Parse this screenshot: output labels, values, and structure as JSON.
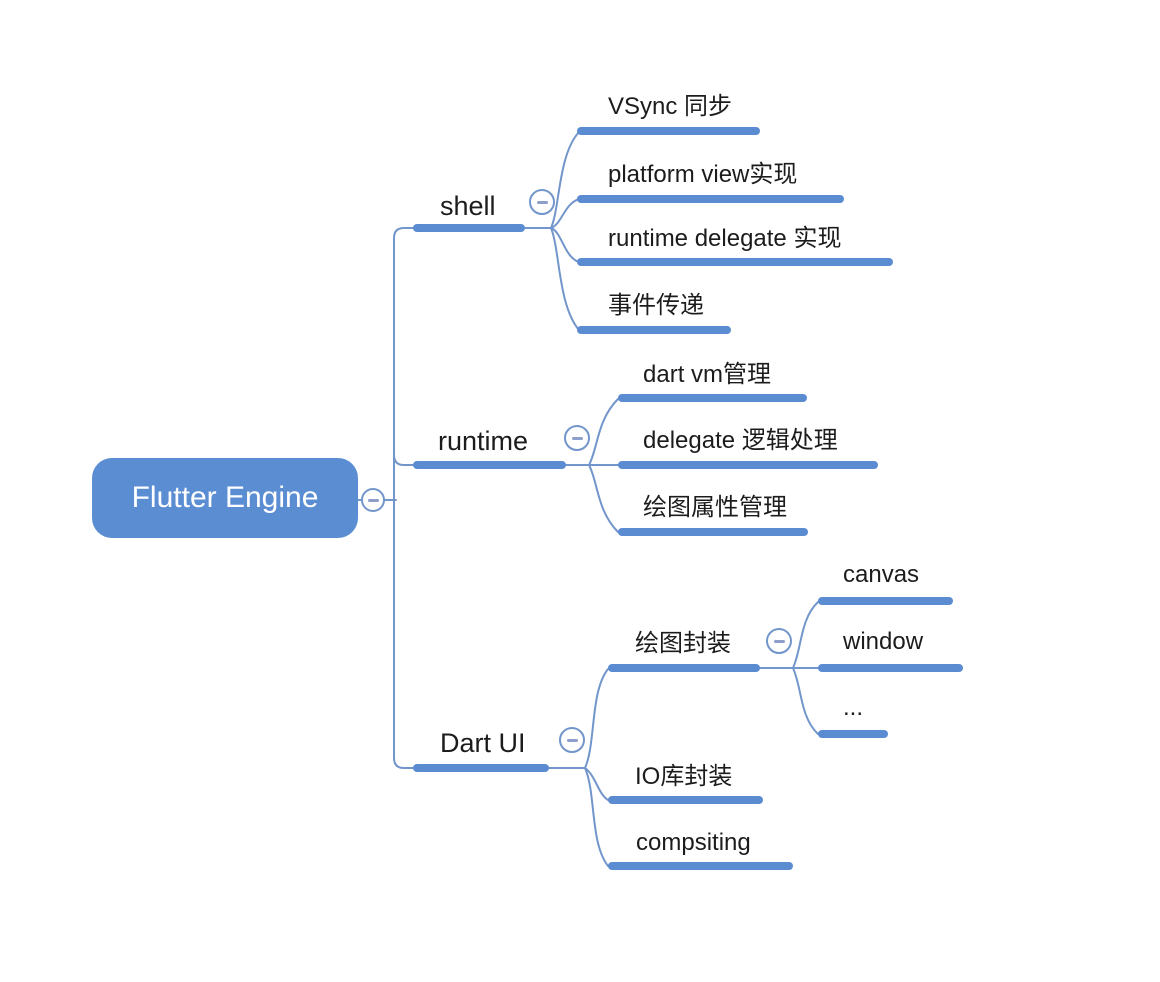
{
  "diagram": {
    "type": "mindmap",
    "root": {
      "label": "Flutter Engine"
    },
    "branches": [
      {
        "label": "shell",
        "children": [
          {
            "label": "VSync 同步"
          },
          {
            "label": "platform view实现"
          },
          {
            "label": "runtime delegate 实现"
          },
          {
            "label": "事件传递"
          }
        ]
      },
      {
        "label": "runtime",
        "children": [
          {
            "label": "dart vm管理"
          },
          {
            "label": "delegate 逻辑处理"
          },
          {
            "label": "绘图属性管理"
          }
        ]
      },
      {
        "label": "Dart UI",
        "children": [
          {
            "label": "绘图封装",
            "children": [
              {
                "label": "canvas"
              },
              {
                "label": "window"
              },
              {
                "label": "..."
              }
            ]
          },
          {
            "label": "IO库封装"
          },
          {
            "label": "compsiting"
          }
        ]
      }
    ],
    "icons": {
      "collapse_toggle": "minus-circle-icon"
    },
    "colors": {
      "background": "#FFFFFF",
      "root_fill": "#5B8DD3",
      "root_text": "#FFFFFF",
      "underline_bar": "#5B8CD1",
      "connector_line": "#7296CB",
      "toggle_border": "#7296CB",
      "toggle_minus": "#8E9FCC",
      "label_text": "#1C1C1C"
    }
  }
}
